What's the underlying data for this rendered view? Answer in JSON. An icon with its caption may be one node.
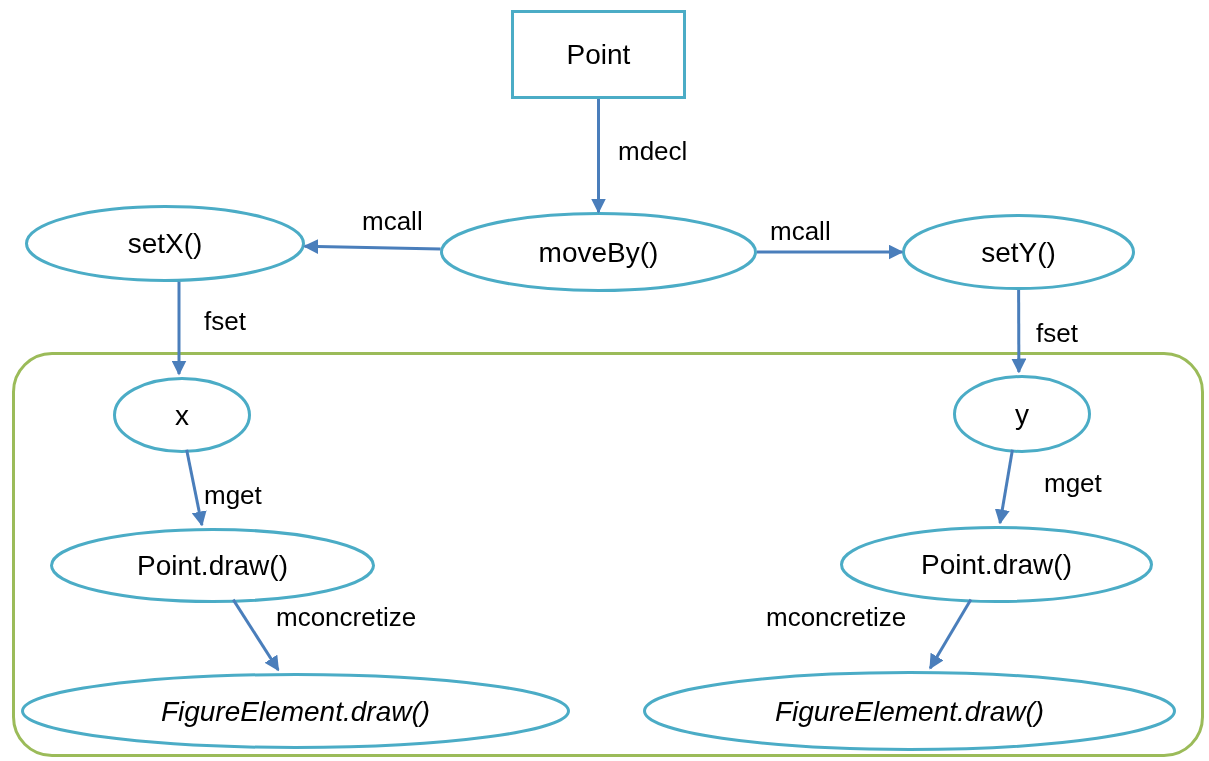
{
  "diagram": {
    "nodes": [
      {
        "text": [
          "Point"
        ]
      },
      {
        "text": [
          "setX()"
        ]
      },
      {
        "text": [
          "moveBy()"
        ]
      },
      {
        "text": [
          "setY()"
        ]
      },
      {
        "text": [],
        "shape": "box"
      },
      {
        "text": [
          "x"
        ],
        "in": 4
      },
      {
        "text": [
          "Point.draw()"
        ],
        "in": 4
      },
      {
        "text": [
          "FigureElement.draw()"
        ],
        "in": 4
      },
      {
        "text": [
          "y"
        ],
        "in": 4
      },
      {
        "text": [
          "Point.draw()"
        ],
        "in": 4
      },
      {
        "text": [
          "FigureElement.draw()"
        ],
        "in": 4
      }
    ],
    "edges": [
      {
        "from": 0,
        "to": 2,
        "arrow": "to",
        "label": "mdecl"
      },
      {
        "from": 2,
        "to": 1,
        "arrow": "to",
        "label": "mcall"
      },
      {
        "from": 2,
        "to": 3,
        "arrow": "to",
        "label": "mcall"
      },
      {
        "from": 1,
        "to": 5,
        "arrow": "to",
        "label": "fset"
      },
      {
        "from": 3,
        "to": 8,
        "arrow": "to",
        "label": "fset"
      },
      {
        "from": 5,
        "to": 6,
        "arrow": "to",
        "label": "mget"
      },
      {
        "from": 8,
        "to": 9,
        "arrow": "to",
        "label": "mget"
      },
      {
        "from": 6,
        "to": 7,
        "arrow": "to",
        "label": "mconcretize"
      },
      {
        "from": 9,
        "to": 10,
        "arrow": "to",
        "label": "mconcretize"
      }
    ]
  }
}
